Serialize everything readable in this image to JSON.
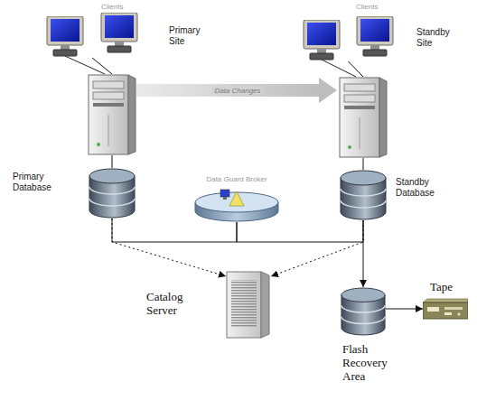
{
  "diagram": {
    "nodes": [
      {
        "text": [
          "Clients"
        ]
      },
      {
        "text": [
          "Primary Site"
        ]
      },
      {
        "text": [
          "Clients"
        ]
      },
      {
        "text": [
          "Standby Site"
        ]
      },
      {
        "text": [
          "Primary Database"
        ]
      },
      {
        "text": [
          "Data Guard Broker"
        ]
      },
      {
        "text": [
          "Standby Database"
        ]
      },
      {
        "text": [
          "Catalog Server"
        ]
      },
      {
        "text": [
          "Flash Recovery Area"
        ]
      },
      {
        "text": [
          "Tape"
        ]
      }
    ],
    "edges": [
      {
        "from": 0,
        "to": 1,
        "arrow": "none"
      },
      {
        "from": 2,
        "to": 3,
        "arrow": "none"
      },
      {
        "from": 1,
        "to": 3,
        "label": "Data Changes",
        "arrow": "to"
      },
      {
        "from": 1,
        "to": 4,
        "arrow": "none"
      },
      {
        "from": 3,
        "to": 6,
        "arrow": "none"
      },
      {
        "from": 4,
        "to": 5,
        "arrow": "none"
      },
      {
        "from": 5,
        "to": 6,
        "arrow": "none"
      },
      {
        "from": 4,
        "to": 7,
        "arrow": "to"
      },
      {
        "from": 6,
        "to": 7,
        "arrow": "to"
      },
      {
        "from": 6,
        "to": 8,
        "arrow": "to"
      },
      {
        "from": 8,
        "to": 9,
        "arrow": "to"
      }
    ]
  }
}
